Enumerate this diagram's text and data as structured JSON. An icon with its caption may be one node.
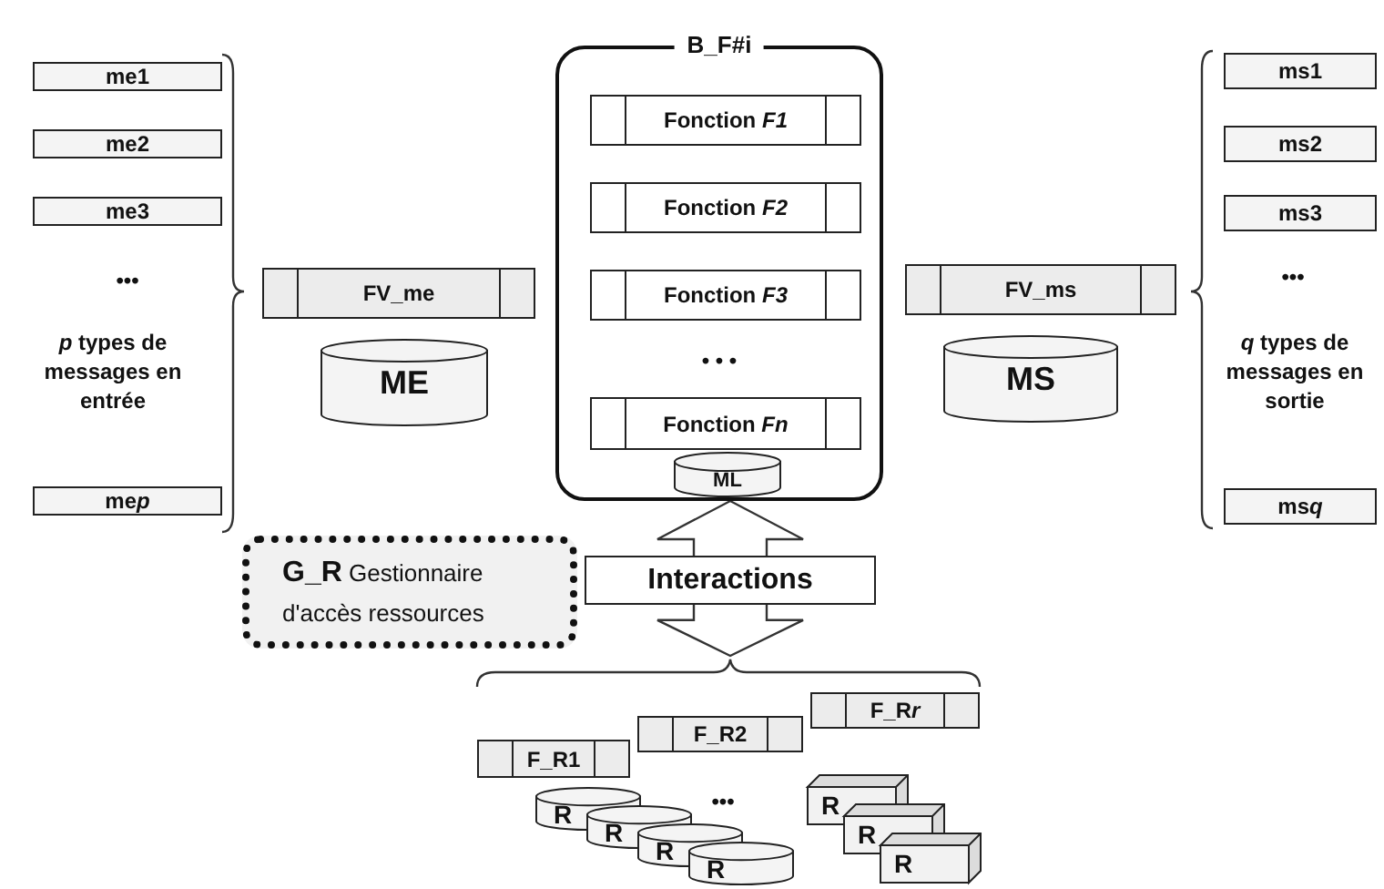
{
  "diagram": {
    "nodes": [
      {
        "text": [
          "me1"
        ]
      },
      {
        "text": [
          "me2"
        ]
      },
      {
        "text": [
          "me3"
        ]
      },
      {
        "text": [
          "mep"
        ]
      },
      {
        "text": [
          "FV_me"
        ]
      },
      {
        "text": [
          "ME"
        ]
      },
      {
        "text": [
          "B_F#i"
        ]
      },
      {
        "text": [
          "Fonction *F1*"
        ],
        "in": 6
      },
      {
        "text": [
          "Fonction *F2*"
        ],
        "in": 6
      },
      {
        "text": [
          "Fonction *F3*"
        ],
        "in": 6
      },
      {
        "text": [
          "Fonction *Fn*"
        ],
        "in": 6
      },
      {
        "text": [
          "ML"
        ],
        "in": 6
      },
      {
        "text": [
          "FV_ms"
        ]
      },
      {
        "text": [
          "MS"
        ]
      },
      {
        "text": [
          "ms1"
        ]
      },
      {
        "text": [
          "ms2"
        ]
      },
      {
        "text": [
          "ms3"
        ]
      },
      {
        "text": [
          "msq"
        ]
      },
      {
        "text": [
          "**G_R** Gestionnaire d'accès ressources"
        ]
      },
      {
        "text": [
          "Interactions"
        ]
      },
      {
        "text": [
          "F_R1"
        ]
      },
      {
        "text": [
          "F_R2"
        ]
      },
      {
        "text": [
          "F_Rr"
        ]
      },
      {
        "text": [
          "R"
        ]
      },
      {
        "text": [
          "R"
        ]
      },
      {
        "text": [
          "R"
        ]
      },
      {
        "text": [
          "R"
        ]
      },
      {
        "text": [
          "R"
        ]
      },
      {
        "text": [
          "R"
        ]
      },
      {
        "text": [
          "R"
        ]
      }
    ],
    "edges": [
      {
        "from": 19,
        "to": 6,
        "arrow": "to",
        "style": "thick"
      },
      {
        "from": 19,
        "to": null,
        "arrow": "to",
        "style": "thick"
      }
    ],
    "labels": [
      "•••",
      "*p* types de messages en entrée",
      "• • •",
      "•••",
      "*q* types de messages en sortie",
      "•••"
    ]
  }
}
